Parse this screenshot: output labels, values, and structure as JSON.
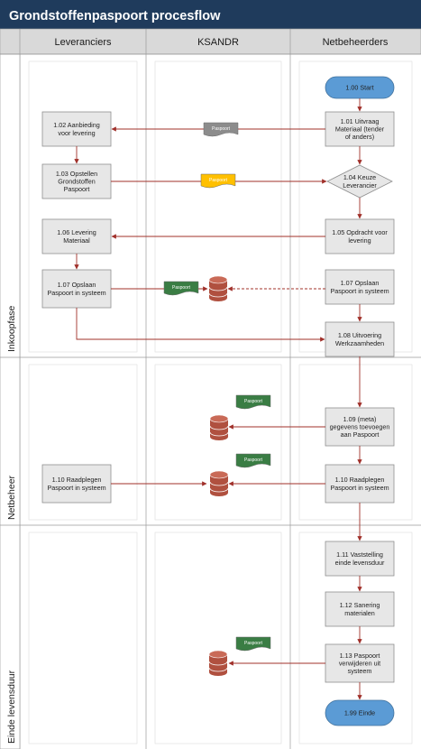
{
  "title": "Grondstoffenpaspoort procesflow",
  "lanes": [
    "Leveranciers",
    "KSANDR",
    "Netbeheerders"
  ],
  "phases": [
    "Inkoopfase",
    "Netbeheer",
    "Einde levensduur"
  ],
  "document_label": "Paspoort",
  "nodes": {
    "n100": "1.00 Start",
    "n101": "1.01 Uitvraag Materiaal (tender of anders)",
    "n102": "1.02 Aanbieding voor levering",
    "n103": "1.03 Opstellen Grondstoffen Paspoort",
    "n104": "1.04 Keuze Leverancier",
    "n105": "1.05 Opdracht voor levering",
    "n106": "1.06 Levering Materiaal",
    "n107a": "1.07 Opslaan Paspoort in systeem",
    "n107b": "1.07 Opslaan Paspoort in systeem",
    "n108": "1.08 Uitvoering Werkzaamheden",
    "n109": "1.09 (meta) gegevens toevoegen aan Paspoort",
    "n110a": "1.10 Raadplegen Paspoort in systeem",
    "n110b": "1.10 Raadplegen Paspoort in systeem",
    "n111": "1.11 Vaststelling einde levensduur",
    "n112": "1.12 Sanering materialen",
    "n113": "1.13 Paspoort verwijderen uit systeem",
    "n199": "1.99 Einde"
  },
  "colors": {
    "title_bar": "#1f3b5c",
    "start_end": "#5b9bd5",
    "arrow": "#a0302a",
    "database": "#b0503f",
    "doc_grey": "#8c8c8c",
    "doc_yellow": "#ffc000",
    "doc_green": "#3a7d44",
    "header_bg": "#d9d9d9",
    "process_fill": "#e7e7e7",
    "process_border": "#8f8f8f"
  }
}
